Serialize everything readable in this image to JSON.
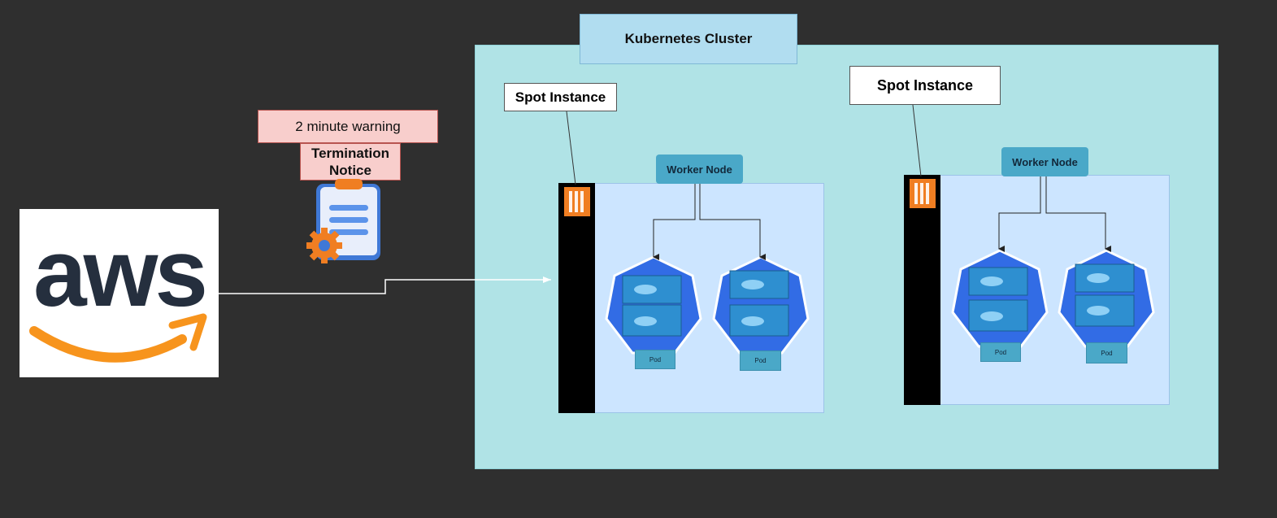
{
  "cluster": {
    "title": "Kubernetes Cluster"
  },
  "notice": {
    "warning": "2 minute warning",
    "title": "Termination Notice"
  },
  "aws": {
    "logo_text": "aws"
  },
  "nodes": [
    {
      "spot_label": "Spot Instance",
      "worker_label": "Worker Node",
      "pods": [
        "Pod",
        "Pod"
      ]
    },
    {
      "spot_label": "Spot Instance",
      "worker_label": "Worker Node",
      "pods": [
        "Pod",
        "Pod"
      ]
    }
  ],
  "colors": {
    "cluster_bg": "#b0e3e6",
    "warning_bg": "#f8cecc",
    "node_bg": "#cce5ff",
    "worker_bg": "#4aa8c8",
    "ec2_orange": "#f07e22",
    "k8s_blue": "#326ce5"
  }
}
